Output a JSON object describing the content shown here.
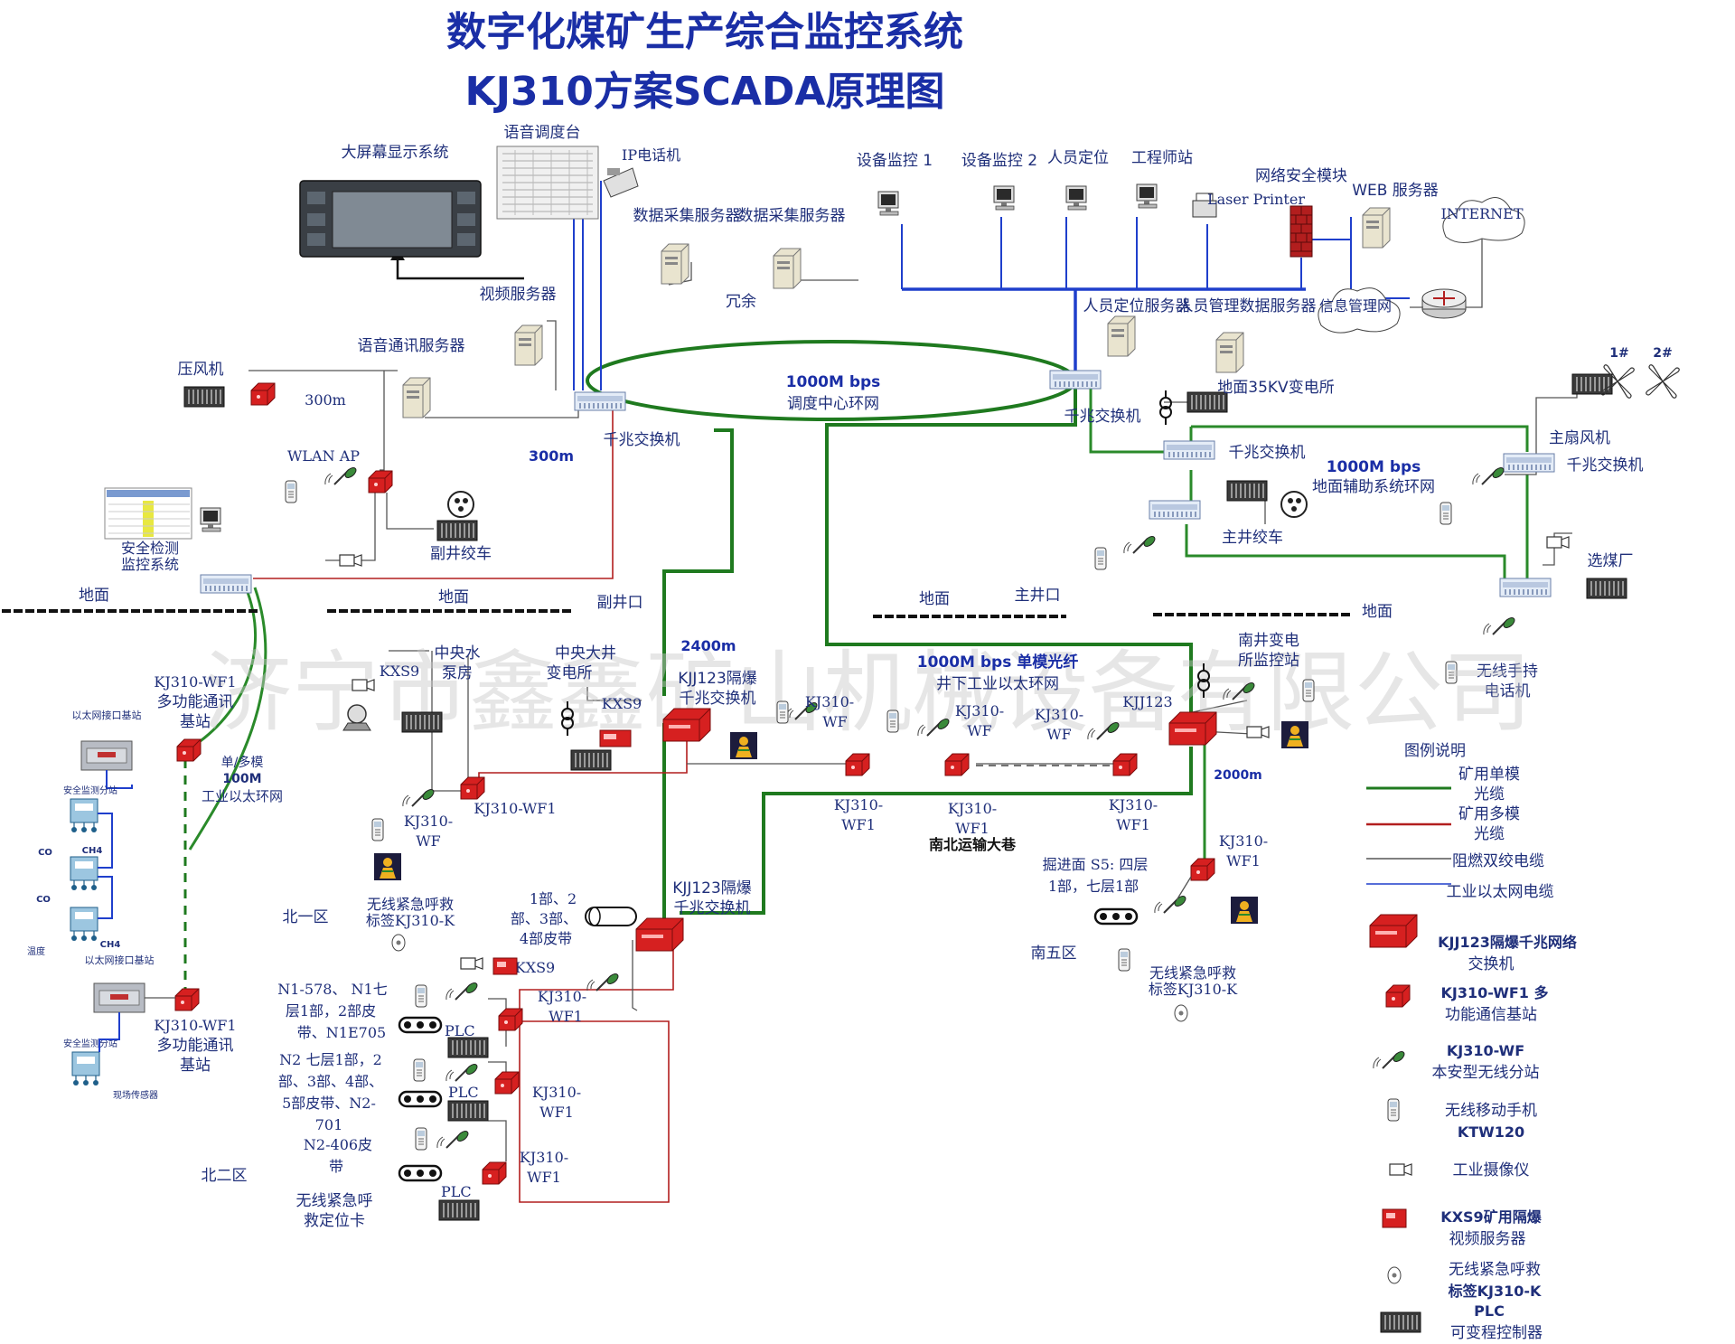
{
  "title": {
    "line1": "数字化煤矿生产综合监控系统",
    "line2": "KJ310方案SCADA原理图"
  },
  "watermark": "济宁市鑫鑫矿山机械设备有限公司",
  "colors": {
    "title": "#1a2ea6",
    "label": "#1f2f7a",
    "single_mode_fiber": "#1f7a1f",
    "multi_mode_fiber": "#b21e1e",
    "twisted_pair": "#555555",
    "ethernet_cable": "#1f3fcc",
    "device_red": "#d62020"
  },
  "top": {
    "big_screen": "大屏幕显示系统",
    "voice_dispatch": "语音调度台",
    "ip_phone": "IP电话机",
    "video_server": "视频服务器",
    "voice_comm_server": "语音通讯服务器",
    "data_collect_server_1": "数据采集服务器",
    "data_collect_server_2": "数据采集服务器",
    "redundant": "冗余",
    "device_monitor_1": "设备监控 1",
    "device_monitor_2": "设备监控 2",
    "personnel_locate": "人员定位",
    "engineer_station": "工程师站",
    "laser_printer": "Laser Printer",
    "net_security": "网络安全模块",
    "web_server": "WEB 服务器",
    "internet": "INTERNET",
    "info_mgmt_net": "信息管理网",
    "personnel_locate_server": "人员定位服务器",
    "personnel_mgmt_server": "人员管理数据服务器",
    "ring_speed": "1000M bps",
    "ring_name": "调度中心环网",
    "gigabit_switch": "千兆交换机",
    "surface_35kv": "地面35KV变电所",
    "compressor": "压风机",
    "dist_300m_a": "300m",
    "dist_300m_b": "300m",
    "wlan_ap": "WLAN AP",
    "aux_shaft_winch": "副井绞车",
    "safety_monitor": "安全检测监控系统"
  },
  "aux_ring": {
    "switch_1": "千兆交换机",
    "switch_2": "千兆交换机",
    "speed": "1000M bps",
    "name": "地面辅助系统环网",
    "main_fan": "主扇风机",
    "fan_1": "1#",
    "fan_2": "2#",
    "main_shaft_winch": "主井绞车",
    "coal_prep": "选煤厂",
    "wireless_phone": "无线手持电话机"
  },
  "ground": {
    "g1": "地面",
    "g2": "地面",
    "aux_shaft_mouth": "副井口",
    "g3": "地面",
    "main_shaft_mouth": "主井口",
    "g4": "地面"
  },
  "underground": {
    "kj310wf1_station": "KJ310-WF1多功能通讯基站",
    "single_multi": "单/多模",
    "ring_100m": "100M",
    "industrial_ring": "工业以太环网",
    "eth_base_1": "以太网接口基站",
    "safety_sub_1": "安全监测分站",
    "co_1": "CO",
    "ch4_1": "CH4",
    "co_2": "CO",
    "ch4_2": "CH4",
    "temp": "温度",
    "eth_base_2": "以太网接口基站",
    "kj310wf1_station_2": "KJ310-WF1多功能通讯基站",
    "safety_sub_2": "安全监测分站",
    "field_sensor": "现场传感器",
    "kxs9_a": "KXS9",
    "central_pump": "中央水泵房",
    "central_sub": "中央大井变电所",
    "kxs9_b": "KXS9",
    "kj310wf1_a": "KJ310-WF1",
    "kj310wf_a": "KJ310-WF",
    "emergency_tag": "无线紧急呼救标签KJ310-K",
    "north_zone_1": "北一区",
    "north_zone_2": "北二区",
    "speed_2400": "2400m",
    "kjj123_a": "KJJ123隔爆千兆交换机",
    "single_mode_fiber": "1000M bps 单模光纤",
    "underground_ring": "井下工业以太环网",
    "kj310wf_b": "KJ310-WF",
    "kj310wf_c": "KJ310-WF",
    "kj310wf_d": "KJ310-WF",
    "kjj123_b": "KJJ123",
    "south_sub": "南井变电所监控站",
    "dist_2000": "2000m",
    "kj310wf1_b": "KJ310-WF1",
    "kj310wf1_c": "KJ310-WF1",
    "kj310wf1_d": "KJ310-WF1",
    "ns_transport": "南北运输大巷",
    "kj310wf1_e": "KJ310-WF1",
    "heading_face": "掘进面 S5: 四层1部，七层1部",
    "south_zone_5": "南五区",
    "emergency_tag_2": "无线紧急呼救标签KJ310-K",
    "kjj123_c": "KJJ123隔爆千兆交换机",
    "belt_group_1": "1部、2部、3部、4部皮带",
    "kxs9_c": "KXS9",
    "kj310wf1_f": "KJ310-WF1",
    "n1_belt": "N1-578、 N1七层1部，2部皮带、N1E705",
    "plc_a": "PLC",
    "kj310wf1_g": "KJ310-WF1",
    "n2_belt": "N2 七层1部，2部、3部、4部、5部皮带、N2-701",
    "plc_b": "PLC",
    "n2_406": "N2-406皮带",
    "kj310wf1_h": "KJ310-WF1",
    "plc_c": "PLC",
    "emergency_card": "无线紧急呼救定位卡"
  },
  "legend": {
    "title": "图例说明",
    "items": [
      {
        "label": "矿用单模光缆",
        "icon": "green-line"
      },
      {
        "label": "矿用多模光缆",
        "icon": "red-line"
      },
      {
        "label": "阻燃双绞电缆",
        "icon": "gray-line"
      },
      {
        "label": "工业以太网电缆",
        "icon": "blue-line"
      },
      {
        "label": "KJJ123隔爆千兆网络交换机",
        "icon": "kjj123-icon"
      },
      {
        "label": "KJ310-WF1 多功能通信基站",
        "icon": "kj310wf1-icon"
      },
      {
        "label": "KJ310-WF 本安型无线分站",
        "icon": "kj310wf-icon"
      },
      {
        "label": "无线移动手机 KTW120",
        "icon": "mobile-phone-icon"
      },
      {
        "label": "工业摄像仪",
        "icon": "camera-icon"
      },
      {
        "label": "KXS9矿用隔爆视频服务器",
        "icon": "kxs9-icon"
      },
      {
        "label": "无线紧急呼救标签KJ310-K",
        "icon": "tag-icon"
      },
      {
        "label": "PLC 可变程控制器",
        "icon": "plc-icon"
      }
    ]
  }
}
